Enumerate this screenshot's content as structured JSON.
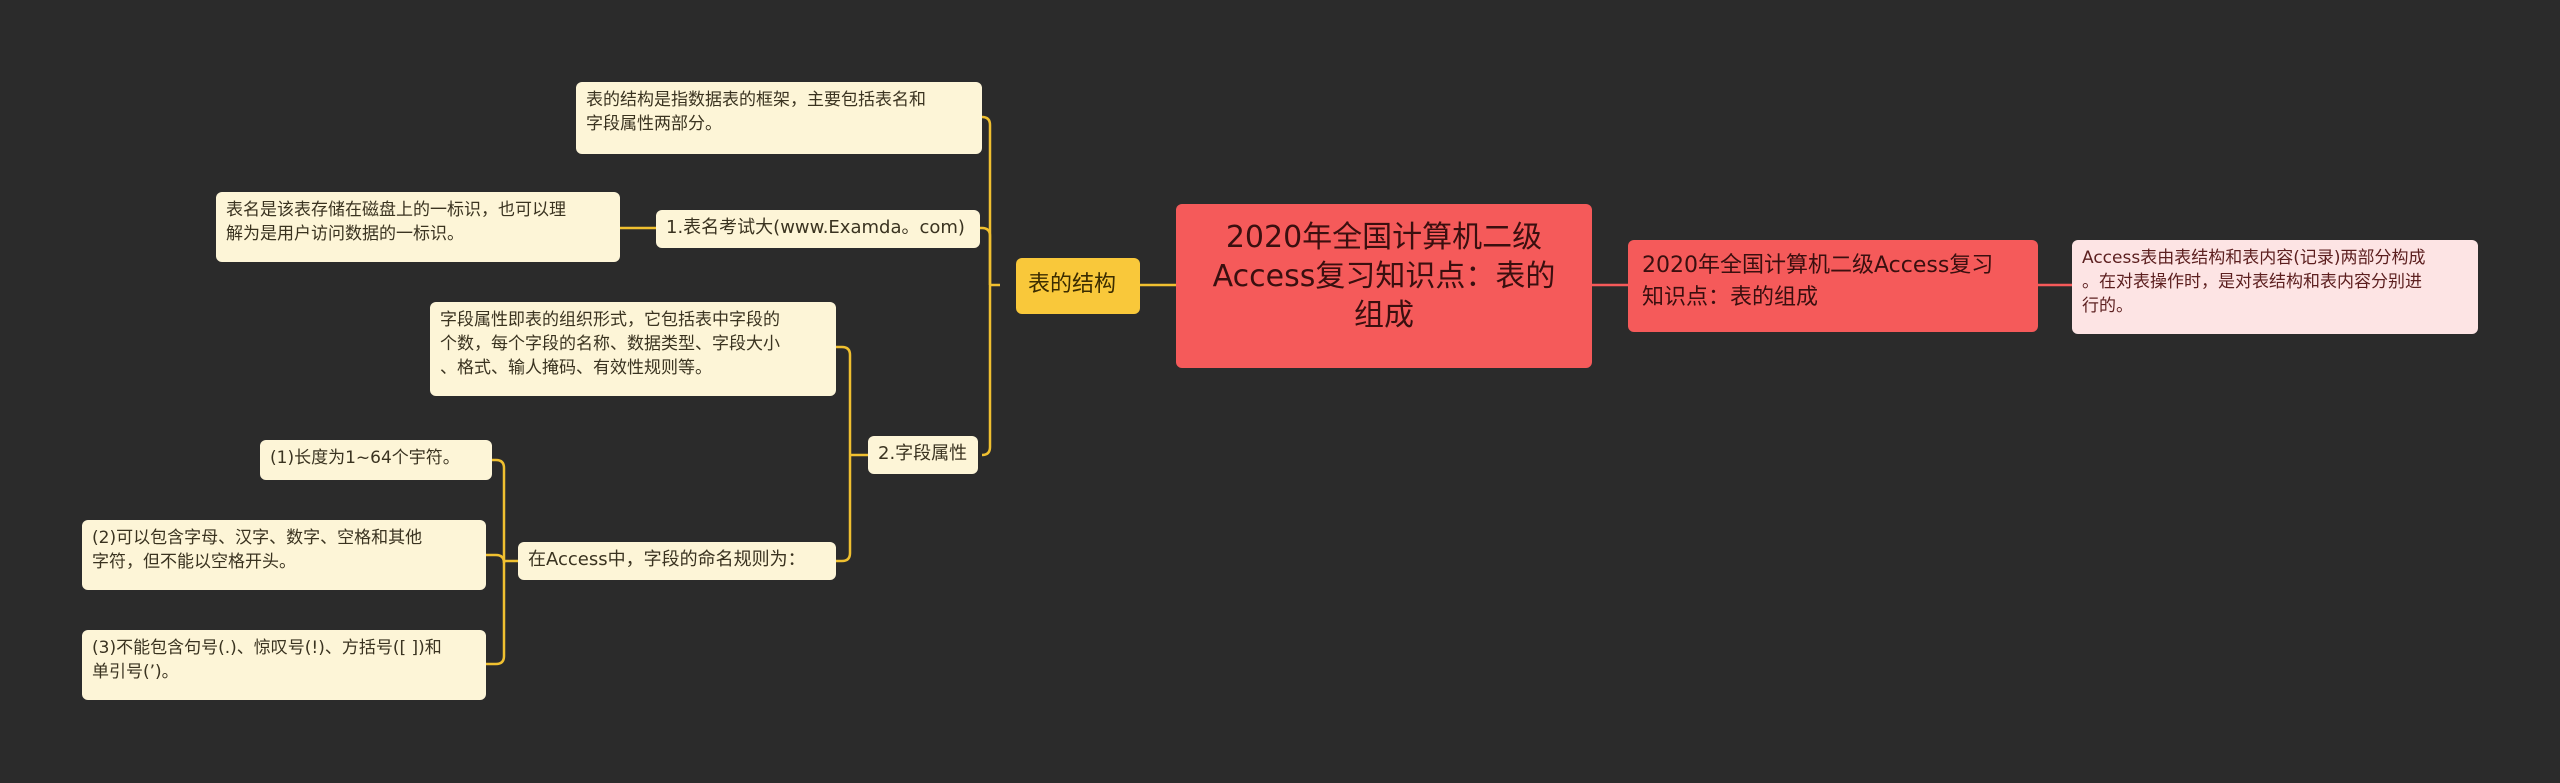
{
  "central": {
    "title": "2020年全国计算机二级\nAccess复习知识点：表的\n组成"
  },
  "right": {
    "subtopic": "2020年全国计算机二级Access复习\n知识点：表的组成",
    "note": "Access表由表结构和表内容(记录)两部分构成\n。在对表操作时，是对表结构和表内容分别进\n行的。"
  },
  "left": {
    "branch": "表的结构",
    "definition": "表的结构是指数据表的框架，主要包括表名和\n字段属性两部分。",
    "table_name": {
      "label": "1.表名考试大(www.Examda。com)",
      "detail": "表名是该表存储在磁盘上的一标识，也可以理\n解为是用户访问数据的一标识。"
    },
    "field_props": {
      "label": "2.字段属性",
      "detail": "字段属性即表的组织形式，它包括表中字段的\n个数，每个字段的名称、数据类型、字段大小\n、格式、输人掩码、有效性规则等。",
      "naming": {
        "label": "在Access中，字段的命名规则为：",
        "rules": [
          "(1)长度为1~64个宇符。",
          "(2)可以包含字母、汉字、数字、空格和其他\n字符，但不能以空格开头。",
          "(3)不能包含句号(.)、惊叹号(!)、方括号([ ])和\n单引号(’)。"
        ]
      }
    }
  },
  "colors": {
    "background": "#2b2b2b",
    "central": "#f55a5a",
    "branch": "#f9c83a",
    "leaf": "#fdf5d7",
    "note": "#fde4e4",
    "connector_left": "#f0c030",
    "connector_right": "#f55a5a"
  }
}
